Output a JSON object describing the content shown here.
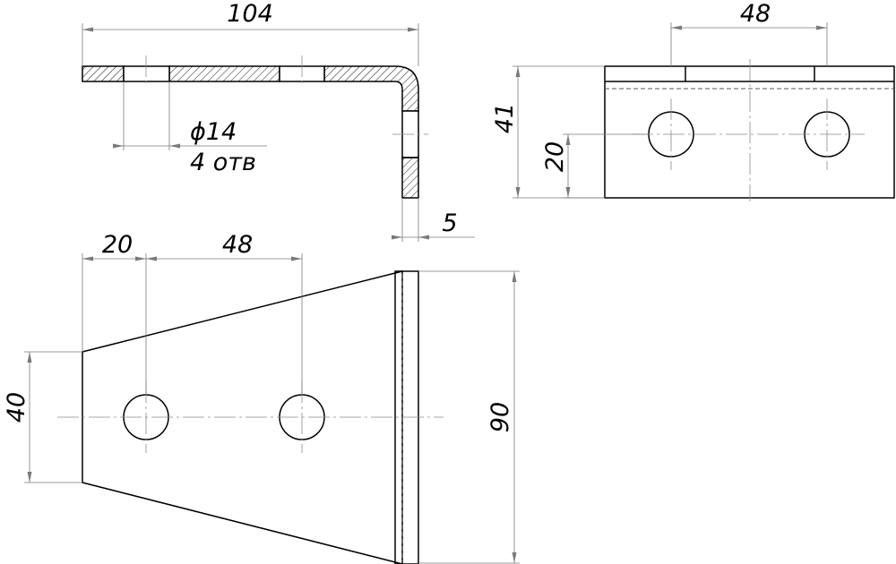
{
  "drawing": {
    "dimensions": {
      "overall_length": "104",
      "hole_diameter": "ϕ14",
      "hole_count": "4 отв",
      "thickness": "5",
      "hole_spacing_top": "48",
      "height": "41",
      "hole_height": "20",
      "hole_offset": "20",
      "hole_spacing_plan": "48",
      "narrow_width": "40",
      "wide_width": "90"
    }
  }
}
